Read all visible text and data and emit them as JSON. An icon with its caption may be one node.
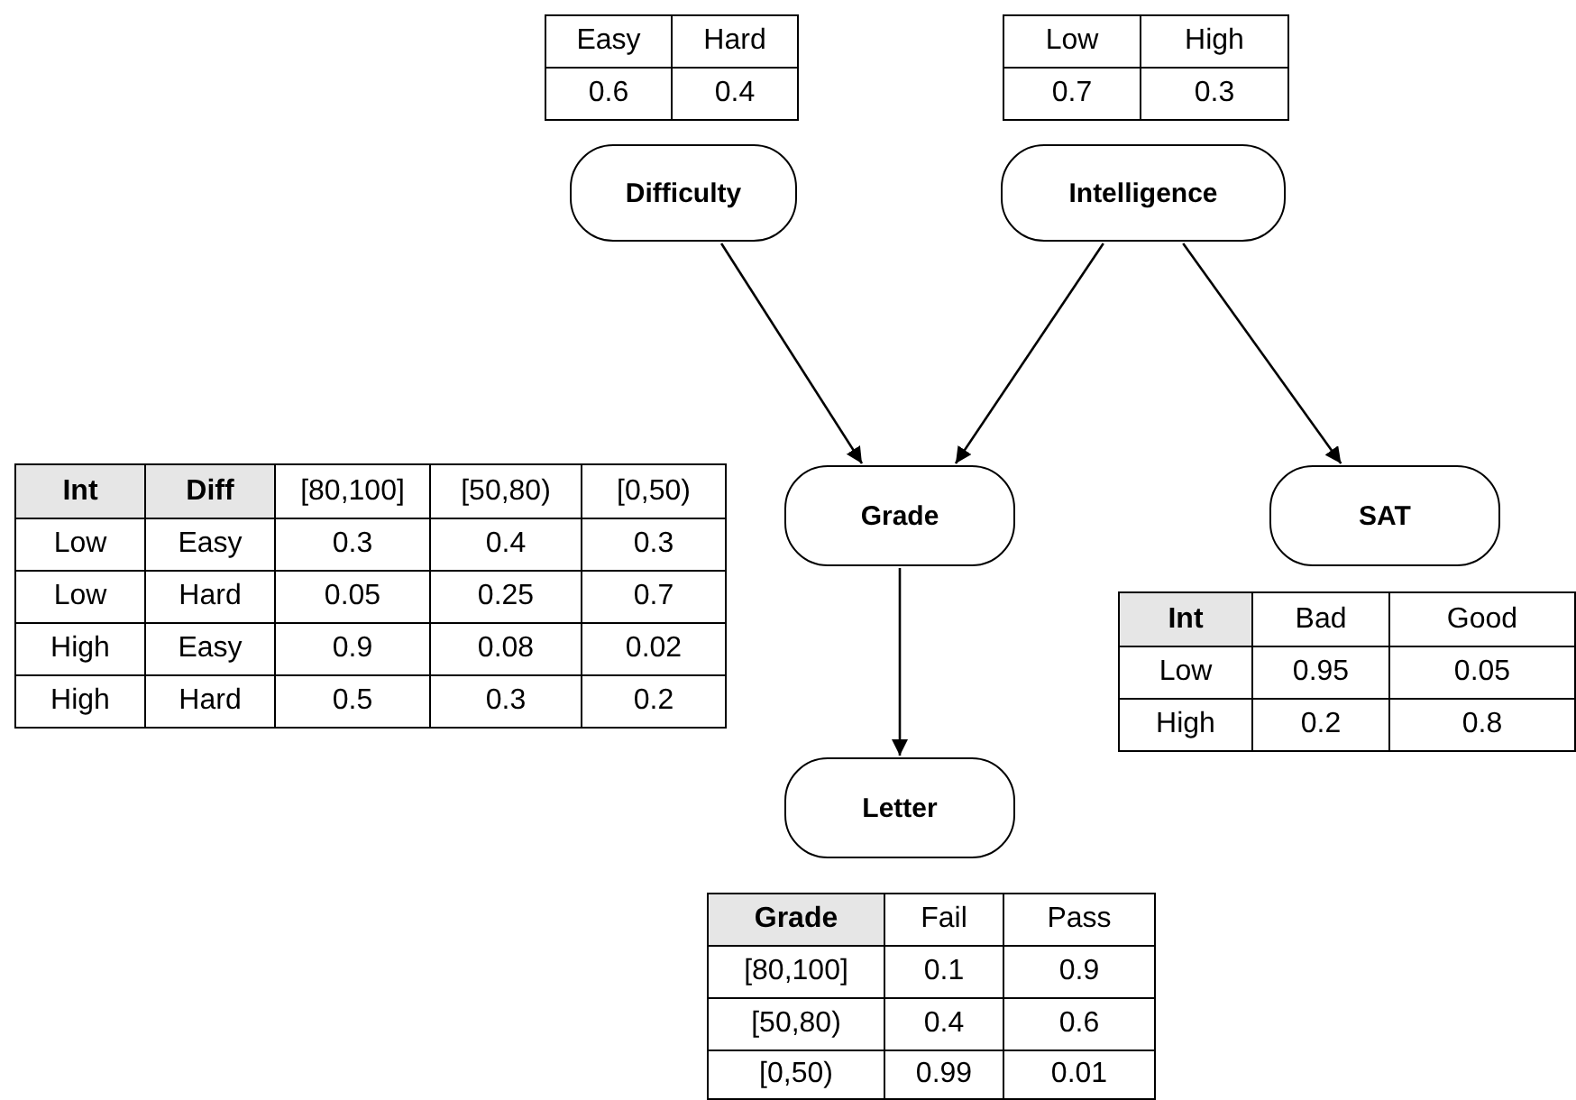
{
  "diagram": {
    "nodes": [
      {
        "text": [
          "Difficulty"
        ]
      },
      {
        "text": [
          "Intelligence"
        ]
      },
      {
        "text": [
          "Grade"
        ]
      },
      {
        "text": [
          "SAT"
        ]
      },
      {
        "text": [
          "Letter"
        ]
      }
    ],
    "edges": [
      {
        "from": 0,
        "to": 2,
        "arrow": "to"
      },
      {
        "from": 1,
        "to": 2,
        "arrow": "to"
      },
      {
        "from": 1,
        "to": 3,
        "arrow": "to"
      },
      {
        "from": 2,
        "to": 4,
        "arrow": "to"
      }
    ],
    "labels": [
      "Easy",
      "Hard",
      "0.6",
      "0.4",
      "Low",
      "High",
      "0.7",
      "0.3",
      "Int",
      "Diff",
      "[80,100]",
      "[50,80)",
      "[0,50)",
      "Low",
      "Easy",
      "0.3",
      "0.4",
      "0.3",
      "Low",
      "Hard",
      "0.05",
      "0.25",
      "0.7",
      "High",
      "Easy",
      "0.9",
      "0.08",
      "0.02",
      "High",
      "Hard",
      "0.5",
      "0.3",
      "0.2",
      "Int",
      "Bad",
      "Good",
      "Low",
      "0.95",
      "0.05",
      "High",
      "0.2",
      "0.8",
      "Grade",
      "Fail",
      "Pass",
      "[80,100]",
      "0.1",
      "0.9",
      "[50,80)",
      "0.4",
      "0.6",
      "[0,50)",
      "0.99",
      "0.01"
    ]
  }
}
